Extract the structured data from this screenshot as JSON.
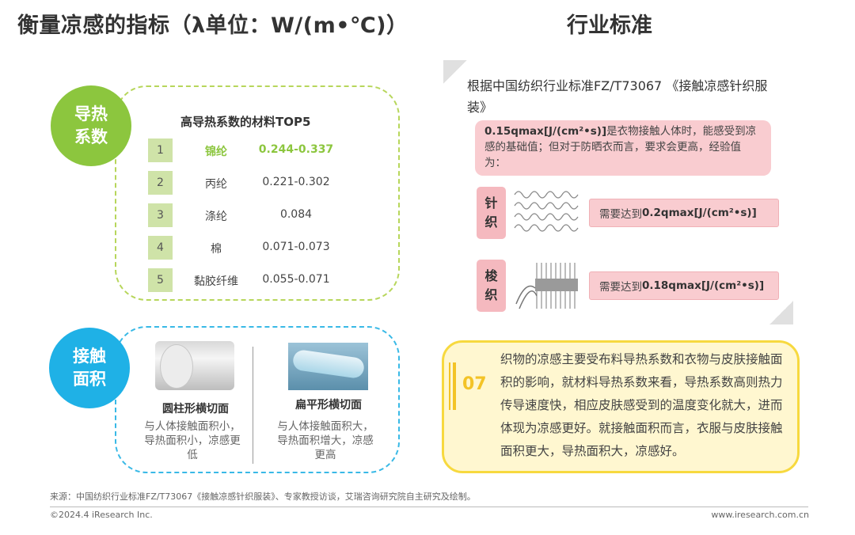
{
  "header": {
    "left_title": "衡量凉感的指标（λ单位：W/(m•℃)）",
    "right_title": "行业标准"
  },
  "thermal": {
    "circle_label": "导热系数",
    "table_title": "高导热系数的材料TOP5",
    "rows": [
      {
        "rank": "1",
        "material": "锦纶",
        "value": "0.244-0.337"
      },
      {
        "rank": "2",
        "material": "丙纶",
        "value": "0.221-0.302"
      },
      {
        "rank": "3",
        "material": "涤纶",
        "value": "0.084"
      },
      {
        "rank": "4",
        "material": "棉",
        "value": "0.071-0.073"
      },
      {
        "rank": "5",
        "material": "黏胶纤维",
        "value": "0.055-0.071"
      }
    ]
  },
  "contact": {
    "circle_label": "接触面积",
    "left": {
      "title": "圆柱形横切面",
      "desc": "与人体接触面积小，导热面积小，凉感更低"
    },
    "right": {
      "title": "扁平形横切面",
      "desc": "与人体接触面积大，导热面积增大，凉感更高"
    }
  },
  "standard": {
    "heading": "根据中国纺织行业标准FZ/T73067 《接触凉感针织服装》",
    "base_bold": "0.15qmax[J/(cm²•s)]",
    "base_text": "是衣物接触人体时，能感受到凉感的基础值；但对于防晒衣而言，要求会更高，经验值为：",
    "knit_label": "针织",
    "knit_req_prefix": "需要达到",
    "knit_req_value": "0.2qmax[J/(cm²•s)]",
    "woven_label": "梭织",
    "woven_req_prefix": "需要达到",
    "woven_req_value": "0.18qmax[J/(cm²•s)]"
  },
  "note": {
    "number": "07",
    "text": "织物的凉感主要受布料导热系数和衣物与皮肤接触面积的影响，就材料导热系数来看，导热系数高则热力传导速度快，相应皮肤感受到的温度变化就大，进而体现为凉感更好。就接触面积而言，衣服与皮肤接触面积更大，导热面积大，凉感好。"
  },
  "footer": {
    "source": "来源：中国纺织行业标准FZ/T73067《接触凉感针织服装》、专家教授访谈，艾瑞咨询研究院自主研究及绘制。",
    "copyright": "©2024.4 iResearch Inc.",
    "website": "www.iresearch.com.cn"
  },
  "colors": {
    "green": "#8cc63e",
    "blue": "#1fb1e6",
    "pink": "#f9ccd0",
    "yellow": "#f7d93f"
  }
}
